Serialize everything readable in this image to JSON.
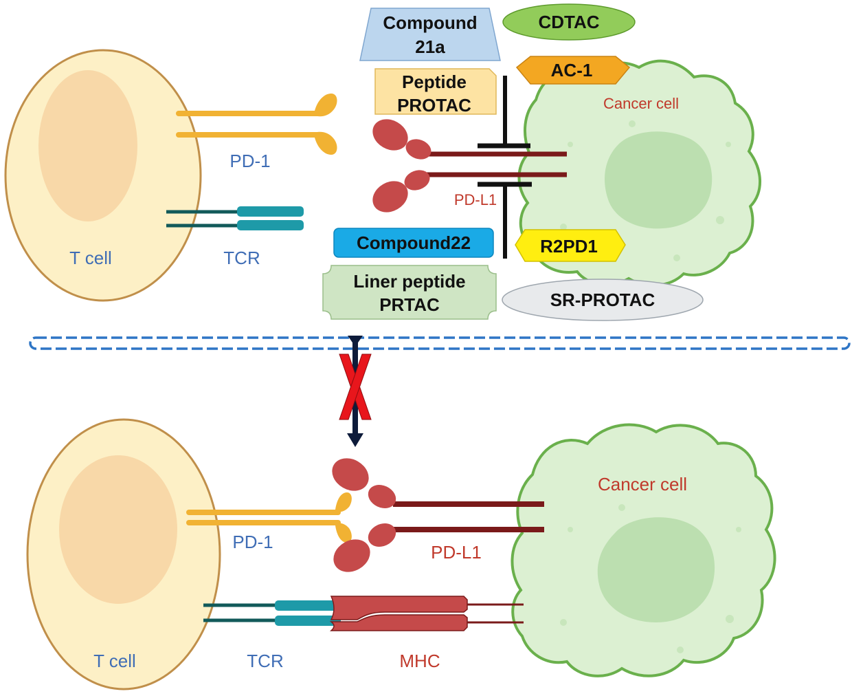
{
  "top": {
    "tcell_label": "T cell",
    "pd1_label": "PD-1",
    "tcr_label": "TCR",
    "pdl1_label": "PD-L1",
    "cancer_label": "Cancer cell",
    "inhibitors": {
      "compound21a_line1": "Compound",
      "compound21a_line2": "21a",
      "cdtac": "CDTAC",
      "ac1": "AC-1",
      "peptide_protac_line1": "Peptide",
      "peptide_protac_line2": "PROTAC",
      "compound22": "Compound22",
      "r2pd1": "R2PD1",
      "liner_line1": "Liner peptide",
      "liner_line2": "PRTAC",
      "sr_protac": "SR-PROTAC"
    }
  },
  "bottom": {
    "tcell_label": "T cell",
    "pd1_label": "PD-1",
    "tcr_label": "TCR",
    "pdl1_label": "PD-L1",
    "mhc_label": "MHC",
    "cancer_label": "Cancer cell"
  },
  "colors": {
    "tcell_fill": "#fdf0c6",
    "tcell_nucleus": "#f8d8a8",
    "tcell_border": "#c08f4a",
    "pd1": "#f1b233",
    "pdl1_domain": "#c54a4a",
    "pdl1_stalk": "#7a1a1a",
    "tcr_dark": "#125a5a",
    "tcr_light": "#1e9aa8",
    "cancer_fill": "#dcf0d2",
    "cancer_border": "#6ab04c",
    "cancer_nucleus": "#bcdfb0",
    "label_blue": "#3f6db5",
    "label_red": "#c0392b",
    "divider": "#2e75c5"
  }
}
